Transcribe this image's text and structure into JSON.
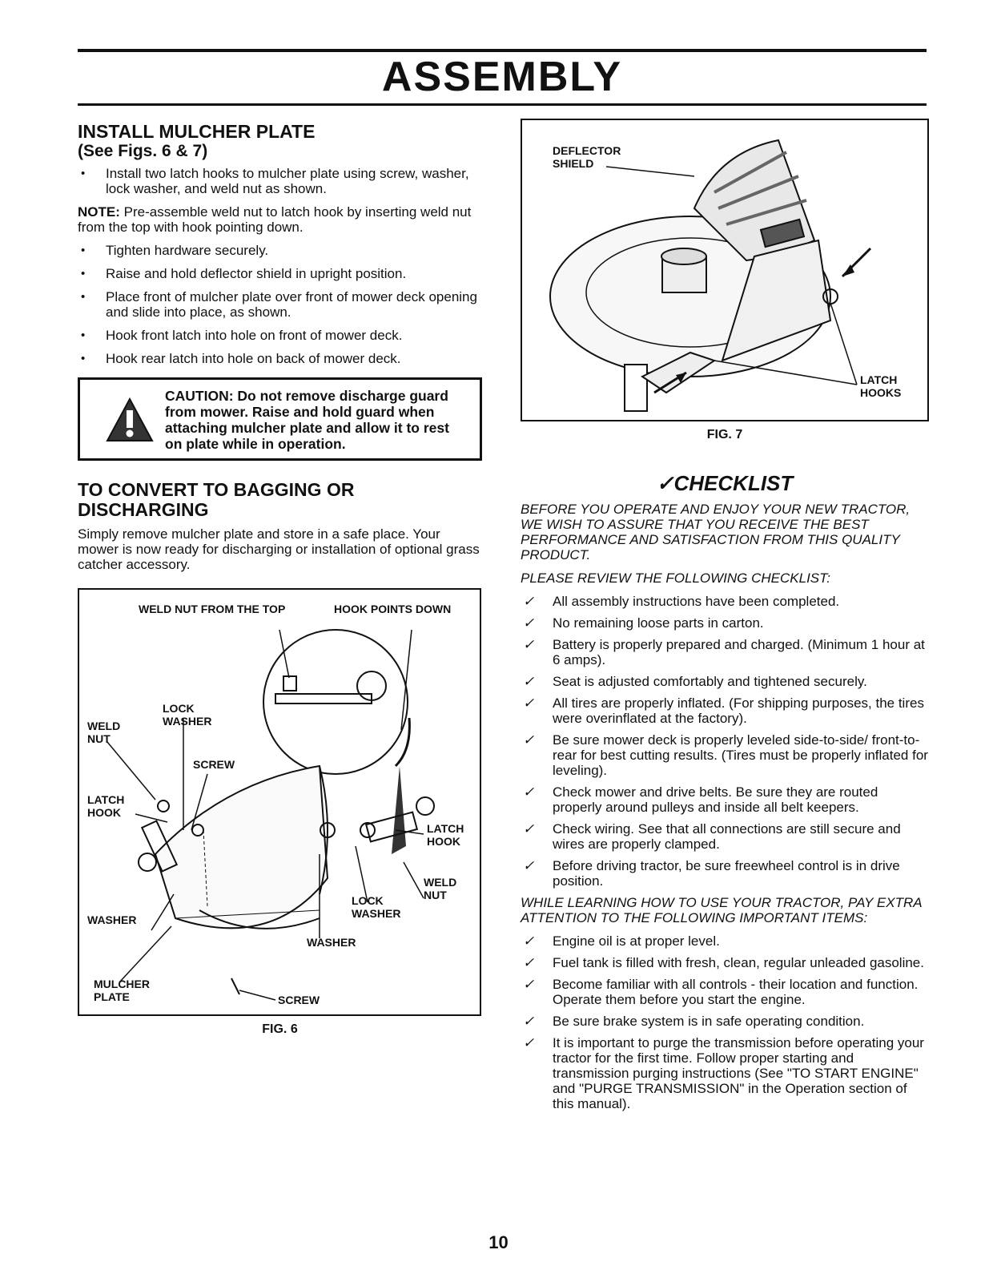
{
  "page_title": "ASSEMBLY",
  "install": {
    "heading": "INSTALL MULCHER PLATE",
    "subheading": "(See Figs. 6 & 7)",
    "bullets_1": [
      "Install two latch hooks to mulcher plate using screw, washer, lock washer, and weld nut as shown."
    ],
    "note_label": "NOTE:",
    "note_text": "Pre-assemble weld nut to latch hook by inserting weld nut from the top with hook pointing down.",
    "bullets_2": [
      "Tighten hardware securely.",
      "Raise and hold deflector shield in upright position.",
      "Place front of mulcher plate over front of mower deck opening and slide into place, as shown.",
      "Hook front latch into hole on front of mower deck.",
      "Hook rear latch into hole on back of mower deck."
    ],
    "caution": "CAUTION: Do not remove discharge guard from mower. Raise and hold guard when attaching mulcher plate and allow it to rest on plate while in operation."
  },
  "convert": {
    "heading": "TO CONVERT TO BAGGING OR DISCHARGING",
    "text": "Simply remove mulcher plate and store in a safe place. Your mower is now ready for discharging or installation of optional grass catcher accessory."
  },
  "fig6": {
    "caption": "FIG. 6",
    "labels": {
      "weld_nut_top": "WELD NUT FROM THE TOP",
      "hook_points_down": "HOOK POINTS DOWN",
      "lock_washer_1": "LOCK",
      "lock_washer_1b": "WASHER",
      "weld_nut_1": "WELD",
      "weld_nut_1b": "NUT",
      "screw_1": "SCREW",
      "latch_hook_1": "LATCH",
      "latch_hook_1b": "HOOK",
      "latch_hook_2": "LATCH",
      "latch_hook_2b": "HOOK",
      "weld_nut_2": "WELD",
      "weld_nut_2b": "NUT",
      "lock_washer_2": "LOCK",
      "lock_washer_2b": "WASHER",
      "washer_1": "WASHER",
      "washer_2": "WASHER",
      "mulcher_plate": "MULCHER",
      "mulcher_plate_b": "PLATE",
      "screw_2": "SCREW"
    }
  },
  "fig7": {
    "caption": "FIG. 7",
    "labels": {
      "deflector": "DEFLECTOR",
      "shield": "SHIELD",
      "latch": "LATCH",
      "hooks": "HOOKS"
    }
  },
  "checklist": {
    "title": "✓CHECKLIST",
    "intro": "BEFORE YOU OPERATE AND ENJOY YOUR NEW TRACTOR, WE WISH TO ASSURE THAT YOU RECEIVE THE BEST PERFORMANCE AND SATISFACTION FROM THIS QUALITY PRODUCT.",
    "review": "PLEASE REVIEW THE FOLLOWING CHECKLIST:",
    "items_1": [
      "All assembly instructions have been completed.",
      "No remaining loose parts in carton.",
      "Battery is properly prepared and charged. (Minimum 1 hour at 6 amps).",
      "Seat is adjusted comfortably and tightened securely.",
      "All tires are properly inflated. (For shipping purposes, the tires were overinflated at the factory).",
      "Be sure mower deck is properly leveled side-to-side/ front-to-rear for best cutting results. (Tires must be properly inflated for leveling).",
      "Check mower and drive belts. Be sure they are routed properly around pulleys and inside all belt keepers.",
      "Check wiring. See that all connections are still secure and wires are properly clamped.",
      "Before driving tractor, be sure freewheel control is in drive position."
    ],
    "while": "WHILE LEARNING HOW TO USE YOUR TRACTOR, PAY EXTRA ATTENTION TO THE FOLLOWING IMPORTANT ITEMS:",
    "items_2": [
      "Engine oil is at proper level.",
      "Fuel tank is filled with fresh, clean, regular unleaded gasoline.",
      "Become familiar with all controls - their location and function. Operate them before you start the engine.",
      "Be sure brake system is in safe operating condition.",
      "It is important to purge the transmission before operating your tractor for the first time. Follow proper starting and transmission purging instructions (See \"TO START ENGINE\" and \"PURGE TRANSMISSION\" in the Operation section of this manual)."
    ]
  },
  "page_number": "10"
}
